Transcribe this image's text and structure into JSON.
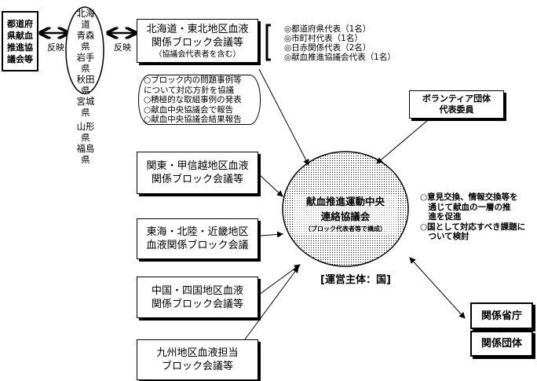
{
  "prefectural_council": "都道府県献血推進協議会等",
  "reflect_label": "反映",
  "prefectures": [
    "北海道",
    "青森県",
    "岩手県",
    "秋田県",
    "宮城県",
    "山形県",
    "福島県"
  ],
  "hokkaido_block": {
    "lines": [
      "北海道・東北地区血液",
      "関係ブロック会議等"
    ],
    "note": "（協議会代表者を含む）"
  },
  "members": [
    "◎都道府県代表（1名）",
    "◎市町村代表（1名）",
    "◎日赤関係代表（2名）",
    "◎献血推進協議会代表（1名）"
  ],
  "block_activities": [
    "○ブロック内の問題事例等",
    "について対応方針を協議",
    "○積極的な取組事例の発表",
    "○献血中央協議会で報告",
    "○献血中央協議会結果報告"
  ],
  "volunteer": {
    "lines": [
      "ボランティア団体",
      "代表委員"
    ]
  },
  "blocks": [
    {
      "lines": [
        "関東・甲信越地区血液",
        "関係ブロック会議等"
      ]
    },
    {
      "lines": [
        "東海・北陸・近畿地区",
        "血液関係ブロック会議"
      ]
    },
    {
      "lines": [
        "中国・四国地区血液",
        "関係ブロック会議等"
      ]
    },
    {
      "lines": [
        "九州地区血液担当",
        "ブロック会議等"
      ]
    }
  ],
  "central_council": {
    "lines": [
      "献血推進運動中央",
      "連絡協議会"
    ],
    "note": "（ブロック代表者等で構成）"
  },
  "central_roles": [
    "○意見交換、情報交換等を",
    "　通じて献血の一層の推",
    "　進を促進",
    "○国として対応すべき課題に",
    "　ついて検討"
  ],
  "operator": "[運営主体：国]",
  "ministries": "関係省庁",
  "organizations": "関係団体"
}
